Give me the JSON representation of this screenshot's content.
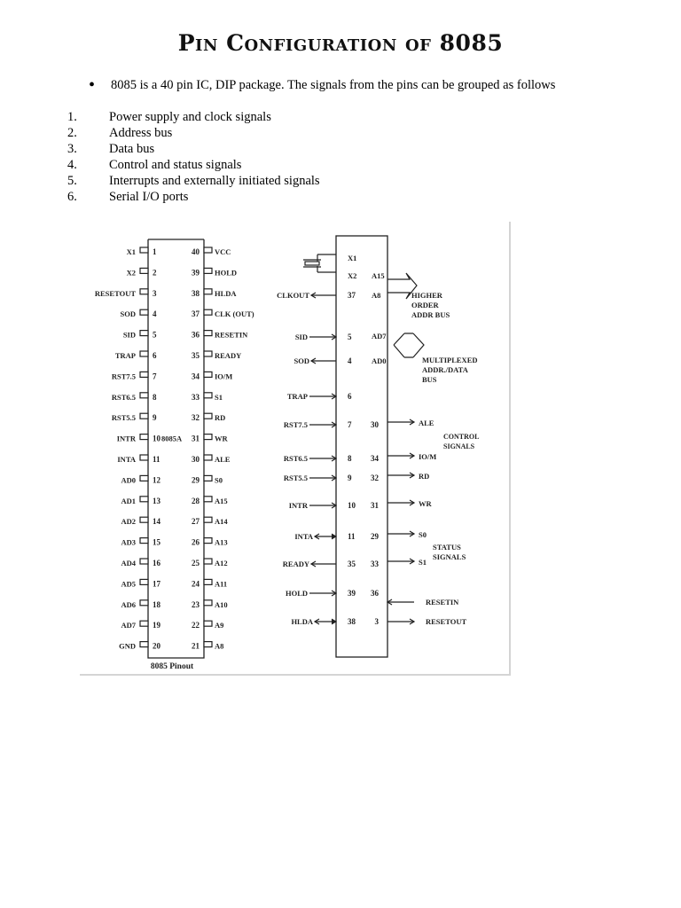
{
  "title": "Pin Configuration  of 8085",
  "intro": "8085 is a 40 pin IC, DIP package. The signals from the pins can be grouped as follows",
  "groups": [
    {
      "num": "1.",
      "label": "Power supply and clock signals"
    },
    {
      "num": "2.",
      "label": "Address bus"
    },
    {
      "num": "3.",
      "label": "Data bus"
    },
    {
      "num": "4.",
      "label": "Control and status signals"
    },
    {
      "num": "5.",
      "label": "Interrupts and externally initiated signals"
    },
    {
      "num": "6.",
      "label": "Serial I/O ports"
    }
  ],
  "pinout": {
    "chip_label": "8085A",
    "caption": "8085 Pinout",
    "left_pins": [
      {
        "n": "1",
        "name": "X1"
      },
      {
        "n": "2",
        "name": "X2"
      },
      {
        "n": "3",
        "name": "RESETOUT"
      },
      {
        "n": "4",
        "name": "SOD"
      },
      {
        "n": "5",
        "name": "SID"
      },
      {
        "n": "6",
        "name": "TRAP"
      },
      {
        "n": "7",
        "name": "RST7.5"
      },
      {
        "n": "8",
        "name": "RST6.5"
      },
      {
        "n": "9",
        "name": "RST5.5"
      },
      {
        "n": "10",
        "name": "INTR"
      },
      {
        "n": "11",
        "name": "INTA"
      },
      {
        "n": "12",
        "name": "AD0"
      },
      {
        "n": "13",
        "name": "AD1"
      },
      {
        "n": "14",
        "name": "AD2"
      },
      {
        "n": "15",
        "name": "AD3"
      },
      {
        "n": "16",
        "name": "AD4"
      },
      {
        "n": "17",
        "name": "AD5"
      },
      {
        "n": "18",
        "name": "AD6"
      },
      {
        "n": "19",
        "name": "AD7"
      },
      {
        "n": "20",
        "name": "GND"
      }
    ],
    "right_pins": [
      {
        "n": "40",
        "name": "VCC"
      },
      {
        "n": "39",
        "name": "HOLD"
      },
      {
        "n": "38",
        "name": "HLDA"
      },
      {
        "n": "37",
        "name": "CLK (OUT)"
      },
      {
        "n": "36",
        "name": "RESETIN"
      },
      {
        "n": "35",
        "name": "READY"
      },
      {
        "n": "34",
        "name": "IO/M"
      },
      {
        "n": "33",
        "name": "S1"
      },
      {
        "n": "32",
        "name": "RD"
      },
      {
        "n": "31",
        "name": "WR"
      },
      {
        "n": "30",
        "name": "ALE"
      },
      {
        "n": "29",
        "name": "S0"
      },
      {
        "n": "28",
        "name": "A15"
      },
      {
        "n": "27",
        "name": "A14"
      },
      {
        "n": "26",
        "name": "A13"
      },
      {
        "n": "25",
        "name": "A12"
      },
      {
        "n": "24",
        "name": "A11"
      },
      {
        "n": "23",
        "name": "A10"
      },
      {
        "n": "22",
        "name": "A9"
      },
      {
        "n": "21",
        "name": "A8"
      }
    ]
  },
  "functional": {
    "left_signals": [
      {
        "name": "CLKOUT",
        "pin": "37"
      },
      {
        "name": "SID",
        "pin": "5"
      },
      {
        "name": "SOD",
        "pin": "4"
      },
      {
        "name": "TRAP",
        "pin": "6"
      },
      {
        "name": "RST7.5",
        "pin": "7"
      },
      {
        "name": "RST6.5",
        "pin": "8"
      },
      {
        "name": "RST5.5",
        "pin": "9"
      },
      {
        "name": "INTR",
        "pin": "10"
      },
      {
        "name": "INTA",
        "pin": "11"
      },
      {
        "name": "READY",
        "pin": "35"
      },
      {
        "name": "HOLD",
        "pin": "39"
      },
      {
        "name": "HLDA",
        "pin": "38"
      }
    ],
    "inner_labels": [
      "X1",
      "X2",
      "A15",
      "A8",
      "AD7",
      "AD0"
    ],
    "right_signals": [
      {
        "pin": "30",
        "name": "ALE"
      },
      {
        "pin": "34",
        "name": "IO/M"
      },
      {
        "pin": "32",
        "name": "RD"
      },
      {
        "pin": "31",
        "name": "WR"
      },
      {
        "pin": "29",
        "name": "S0"
      },
      {
        "pin": "33",
        "name": "S1"
      },
      {
        "pin": "36",
        "name": "RESETIN"
      },
      {
        "pin": "3",
        "name": "RESETOUT"
      }
    ],
    "group_labels": {
      "higher_addr": [
        "HIGHER",
        "ORDER",
        "ADDR BUS"
      ],
      "multiplexed": [
        "MULTIPLEXED",
        "ADDR./DATA",
        "BUS"
      ],
      "control": [
        "CONTROL",
        "SIGNALS"
      ],
      "status": [
        "STATUS",
        "SIGNALS"
      ]
    }
  }
}
